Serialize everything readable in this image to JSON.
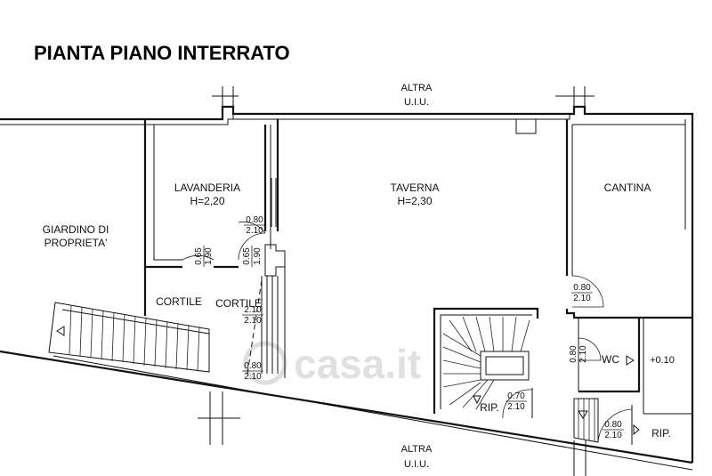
{
  "title": "PIANTA PIANO INTERRATO",
  "neighbors": {
    "top_line1": "ALTRA",
    "top_line2": "U.I.U.",
    "bottom_line1": "ALTRA",
    "bottom_line2": "U.I.U."
  },
  "rooms": {
    "lavanderia_name": "LAVANDERIA",
    "lavanderia_height": "H=2,20",
    "taverna_name": "TAVERNA",
    "taverna_height": "H=2,30",
    "cantina_name": "CANTINA",
    "giardino_line1": "GIARDINO  DI",
    "giardino_line2": "PROPRIETA'",
    "cortile_left": "CORTILE",
    "cortile_right": "CORTILE",
    "wc": "WC",
    "rip_stair": "RIP.",
    "rip_right": "RIP.",
    "level_note": "+0.10"
  },
  "openings": {
    "d1_w": "0.80",
    "d1_h": "2.10",
    "d2_w": "0.65",
    "d2_h": "1.90",
    "d3_w": "0.65",
    "d3_h": "1.90",
    "d4_w": "2.10",
    "d4_h": "2.10",
    "d5_w": "0.80",
    "d5_h": "2.10",
    "d6_w": "0.80",
    "d6_h": "2.10",
    "d7_w": "0.80",
    "d7_h": "2.10",
    "d8_w": "0.70",
    "d8_h": "2.10",
    "d9_w": "0.80",
    "d9_h": "2.10"
  },
  "watermark": "casa.it"
}
